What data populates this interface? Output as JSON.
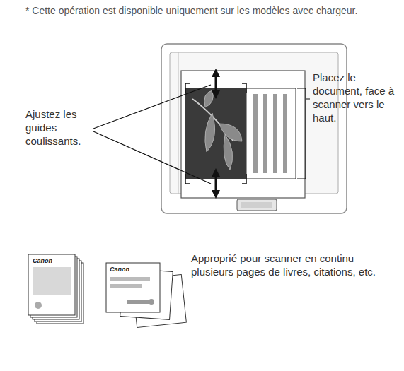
{
  "diagram": {
    "labels": [
      "* Cette opération est disponible uniquement sur les modèles avec chargeur.",
      "Ajustez les guides coulissants.",
      "Placez le document, face à scanner vers le haut.",
      "Approprié pour scanner en continu plusieurs pages de livres, citations, etc.",
      "Canon",
      "Canon"
    ]
  }
}
